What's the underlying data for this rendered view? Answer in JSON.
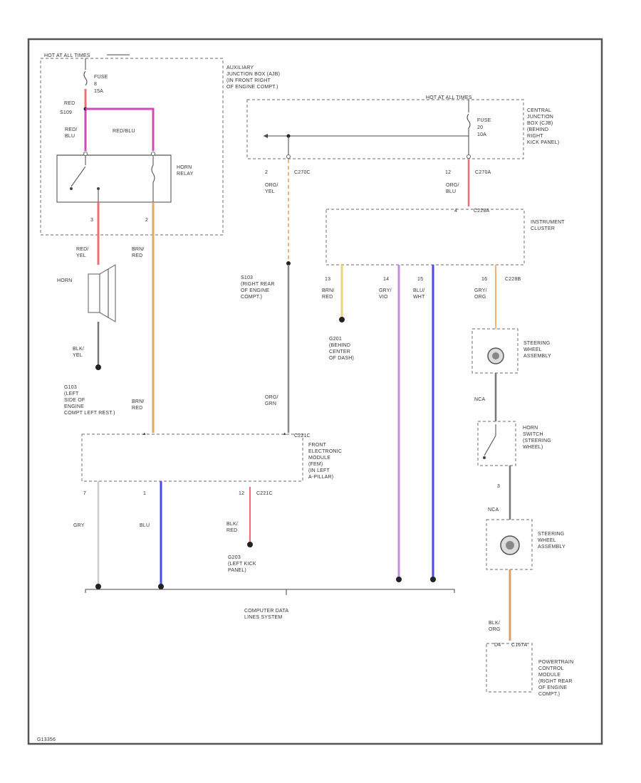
{
  "colors": {
    "red": "#f07070",
    "pink": "#d04bb8",
    "orange": "#e8a463",
    "orange_yellow": "#f5b27a",
    "yellow": "#e6d37a",
    "gray": "#777777",
    "light_gray": "#cccccc",
    "violet": "#c08ae0",
    "blue": "#4a4ae8",
    "brown": "#d2a070",
    "frame": "#555555"
  },
  "labels": {
    "hot_at_all_times_top": "HOT AT ALL TIMES",
    "fuse_top": "FUSE",
    "fuse_top_num": "8",
    "fuse_top_amp": "15A",
    "red_label": "RED",
    "s109": "S109",
    "red_blu": "RED/\nBLU",
    "red_blu_wire": "RED/BLU",
    "horn_relay": "HORN\nRELAY",
    "aux_junction_box": "AUXILIARY\nJUNCTION BOX (AJB)\n(IN FRONT RIGHT\nOF ENGINE COMPT.)",
    "pin3": "3",
    "pin2": "2",
    "red_yel": "RED/\nYEL",
    "brn_red_top": "BRN/\nRED",
    "horn": "HORN",
    "blk_yel": "BLK/\nYEL",
    "g103": "G103\n(LEFT\nSIDE OF\nENGINE\nCOMPT LEFT REST.)",
    "brn_red_mid": "BRN/\nRED",
    "hot_at_all_times_right": "HOT AT ALL TIMES",
    "fuse_right": "FUSE",
    "fuse_right_num": "20",
    "fuse_right_amp": "10A",
    "central_junction_box": "CENTRAL\nJUNCTION\nBOX (CJB)\n(BEHIND\nRIGHT\nKICK PANEL)",
    "c270c_pin": "2",
    "c270c": "C270C",
    "org_yel": "ORG/\nYEL",
    "c270a_pin": "12",
    "c270a": "C270A",
    "org_blu": "ORG/\nBLU",
    "c228a_pin": "4",
    "c228a": "C228A",
    "instrument_cluster": "INSTRUMENT\nCLUSTER",
    "s103": "S103\n(RIGHT REAR\nOF ENGINE\nCOMPT.)",
    "ic_pin13": "13",
    "brn_red_ic": "BRN/\nRED",
    "ic_pin14": "14",
    "gry_vio": "GRY/\nVIO",
    "ic_pin15": "15",
    "blu_wht": "BLU/\nWHT",
    "ic_pin16": "16",
    "gry_org": "GRY/\nORG",
    "c228b": "C228B",
    "g201": "G201\n(BEHIND\nCENTER\nOF DASH)",
    "steering_wheel_assembly_top": "STEERING\nWHEEL\nASSEMBLY",
    "org_grn": "ORG/\nGRN",
    "nca": "NCA",
    "horn_switch": "HORN\nSWITCH\n(STEERING\nWHEEL)",
    "c221c_top": "C221C",
    "fem": "FRONT\nELECTRONIC\nMODULE\n(FEM)\n(IN LEFT\nA-PILLAR)",
    "fem_pin7": "7",
    "fem_pin1": "1",
    "fem_pin12": "12",
    "c221c_bottom": "C221C",
    "gry": "GRY",
    "blu": "BLU",
    "blk_red": "BLK/\nRED",
    "g203": "G203\n(LEFT KICK\nPANEL)",
    "sw_pin3": "3",
    "nca2": "NCA",
    "steering_wheel_assembly_bottom": "STEERING\nWHEEL\nASSEMBLY",
    "blk_org": "BLK/\nORG",
    "pcm_pin": "D4",
    "c167a": "C167A",
    "pcm": "POWERTRAIN\nCONTROL\nMODULE\n(RIGHT REAR\nOF ENGINE\nCOMPT.)",
    "computer_data_lines": "COMPUTER DATA\nLINES SYSTEM",
    "fig_id": "G13356"
  }
}
